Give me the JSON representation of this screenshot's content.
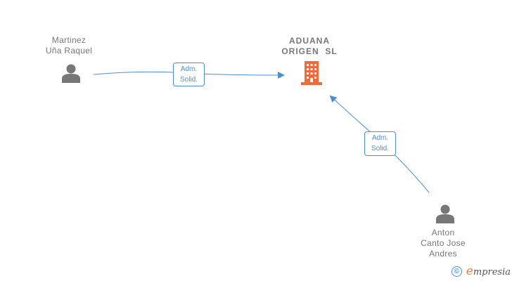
{
  "nodes": {
    "company": {
      "name_line1": "ADUANA",
      "name_line2": "ORIGEN  SL",
      "icon": "building-icon"
    },
    "person1": {
      "name_line1": "Martinez",
      "name_line2": "Uña Raquel",
      "icon": "person-icon"
    },
    "person2": {
      "name_line1": "Anton",
      "name_line2": "Canto Jose",
      "name_line3": "Andres",
      "icon": "person-icon"
    }
  },
  "edges": [
    {
      "from": "person1",
      "to": "company",
      "label_line1": "Adm.",
      "label_line2": "Solid."
    },
    {
      "from": "person2",
      "to": "company",
      "label_line1": "Adm.",
      "label_line2": "Solid."
    }
  ],
  "colors": {
    "edge": "#4a90d9",
    "company": "#f26a3c",
    "person": "#777777"
  },
  "footer": {
    "copyright_symbol": "©",
    "brand_e": "e",
    "brand_rest": "mpresia"
  }
}
